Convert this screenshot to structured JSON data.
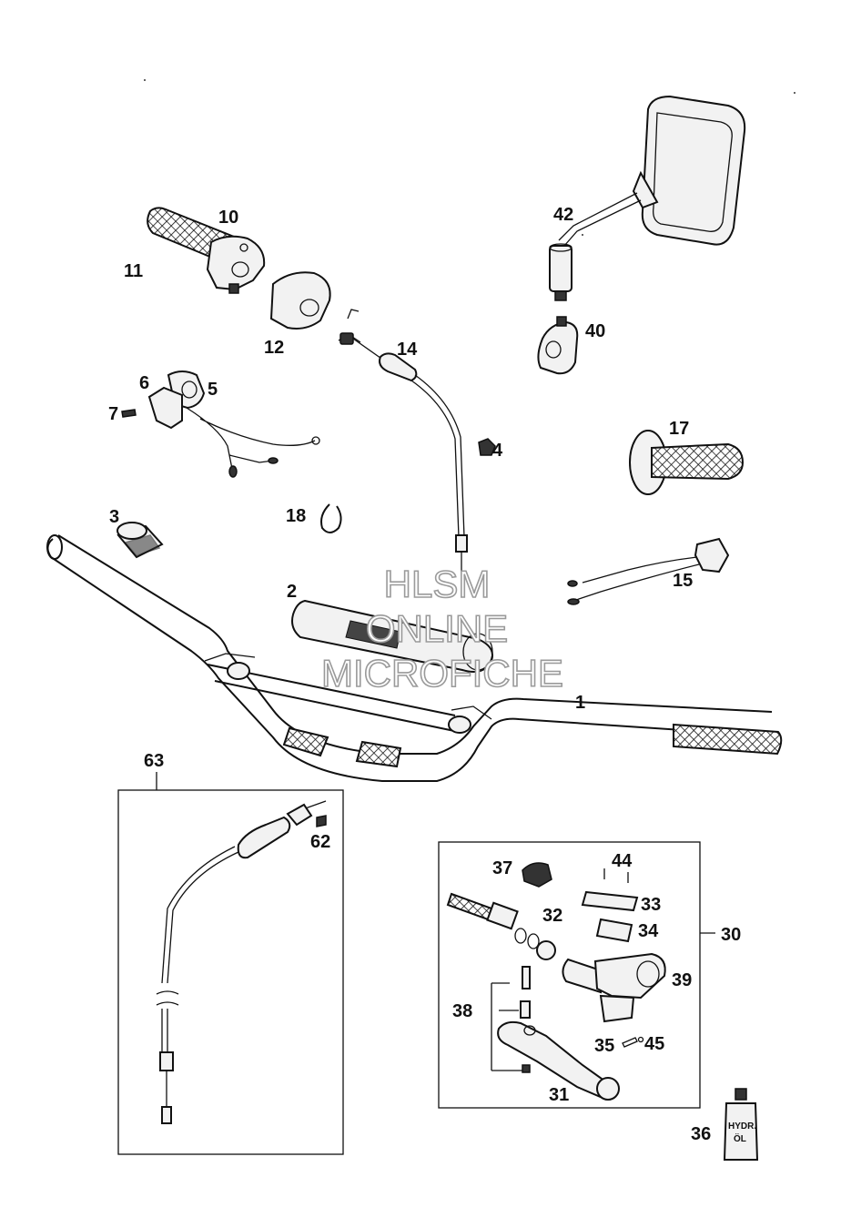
{
  "callouts": {
    "c1": "1",
    "c2": "2",
    "c3": "3",
    "c4": "4",
    "c5": "5",
    "c6": "6",
    "c7": "7",
    "c10": "10",
    "c11": "11",
    "c12": "12",
    "c14": "14",
    "c15": "15",
    "c17": "17",
    "c18": "18",
    "c30": "30",
    "c31": "31",
    "c32": "32",
    "c33": "33",
    "c34": "34",
    "c35": "35",
    "c36": "36",
    "c37": "37",
    "c38": "38",
    "c39": "39",
    "c40": "40",
    "c42": "42",
    "c44": "44",
    "c45": "45",
    "c62": "62",
    "c63": "63"
  },
  "bottle_label": {
    "line1": "HYDR.",
    "line2": "ÖL"
  },
  "watermark": {
    "line1": "HLSM",
    "line2": "ONLINE",
    "line3": "MICROFICHE"
  }
}
